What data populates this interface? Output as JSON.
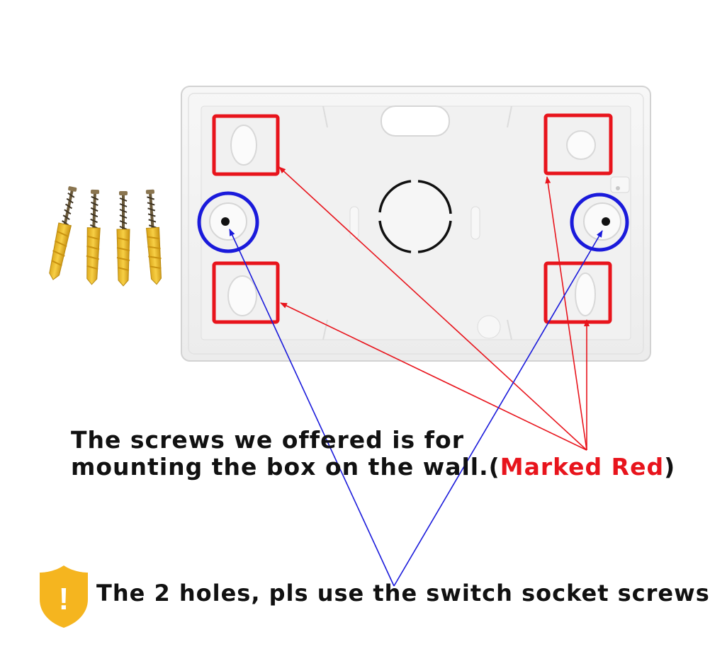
{
  "captions": {
    "red_line1": "The screws we offered is for",
    "red_line2_prefix": "mounting the box on the wall.(",
    "red_line2_highlight": "Marked Red",
    "red_line2_suffix": ")",
    "blue_note": "The 2 holes, pls use the switch socket screws"
  },
  "warning_icon": {
    "name": "warning-shield-icon",
    "glyph": "!"
  },
  "colors": {
    "red_marker": "#e8141c",
    "blue_marker": "#1a1adb",
    "shield": "#f5b51f",
    "box": "#f4f4f4",
    "screw_anchor": "#f2c02c"
  }
}
